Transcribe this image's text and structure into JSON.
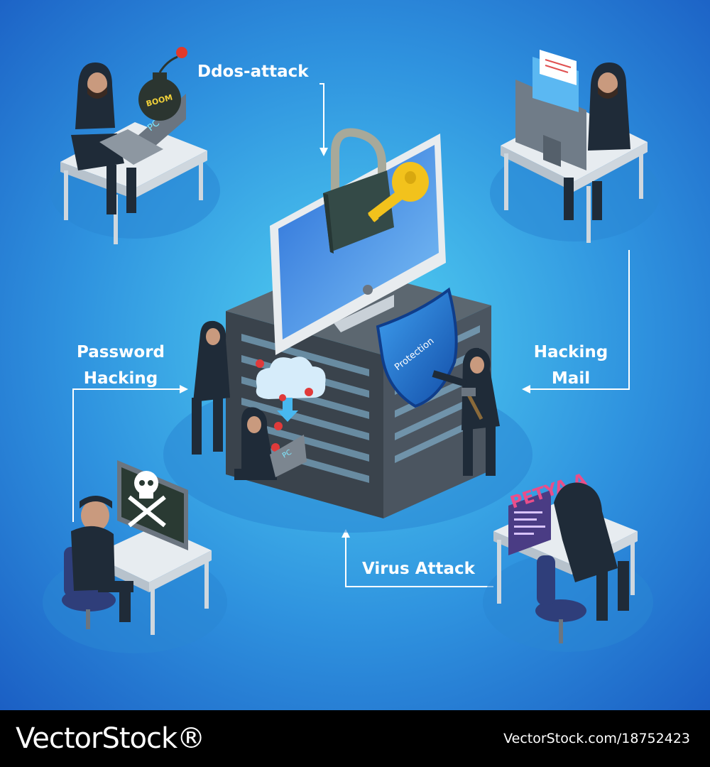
{
  "labels": {
    "ddos": "Ddos-attack",
    "password_line1": "Password",
    "password_line2": "Hacking",
    "mail_line1": "Hacking",
    "mail_line2": "Mail",
    "virus": "Virus Attack"
  },
  "screen_text": {
    "bomb": "BOOM",
    "laptop": "PC",
    "shield": "Protection",
    "ransom": "PETYA A",
    "mini_laptop": "PC"
  },
  "watermark": {
    "left": "VectorStock®",
    "right": "VectorStock.com/18752423"
  },
  "colors": {
    "background_center": "#4fd0f0",
    "background_edge": "#1a63c8",
    "hacker": "#1f2b38",
    "desk": "#e4e9ee",
    "shield": "#1f6fd6",
    "lock": "#344a47",
    "key": "#f2c21c",
    "label": "#ffffff",
    "footer": "#000000"
  },
  "icons": [
    "bomb-icon",
    "envelope-icon",
    "padlock-icon",
    "key-icon",
    "shield-icon",
    "skull-icon",
    "bug-icon",
    "cloud-icon"
  ]
}
